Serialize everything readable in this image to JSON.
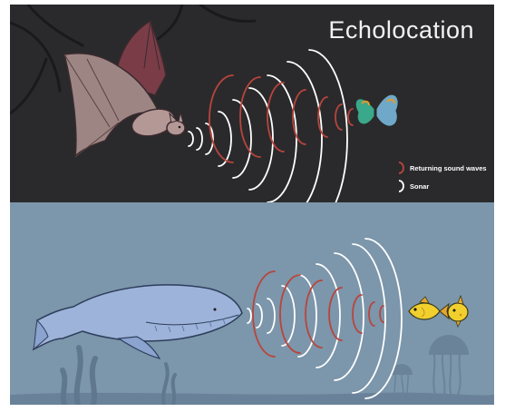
{
  "title": "Echolocation",
  "legend": {
    "returning_label": "Returning sound waves",
    "sonar_label": "Sonar"
  },
  "colors": {
    "sky_background": "#2a2a2c",
    "water_background": "#7c96ab",
    "sonar_wave": "#ffffff",
    "returning_wave": "#b8453c",
    "bat": "#9d8584",
    "whale": "#9db3d9",
    "fish": "#f1d02e"
  },
  "icons": [
    "bat",
    "butterfly",
    "whale",
    "fish",
    "jellyfish",
    "seaweed"
  ]
}
